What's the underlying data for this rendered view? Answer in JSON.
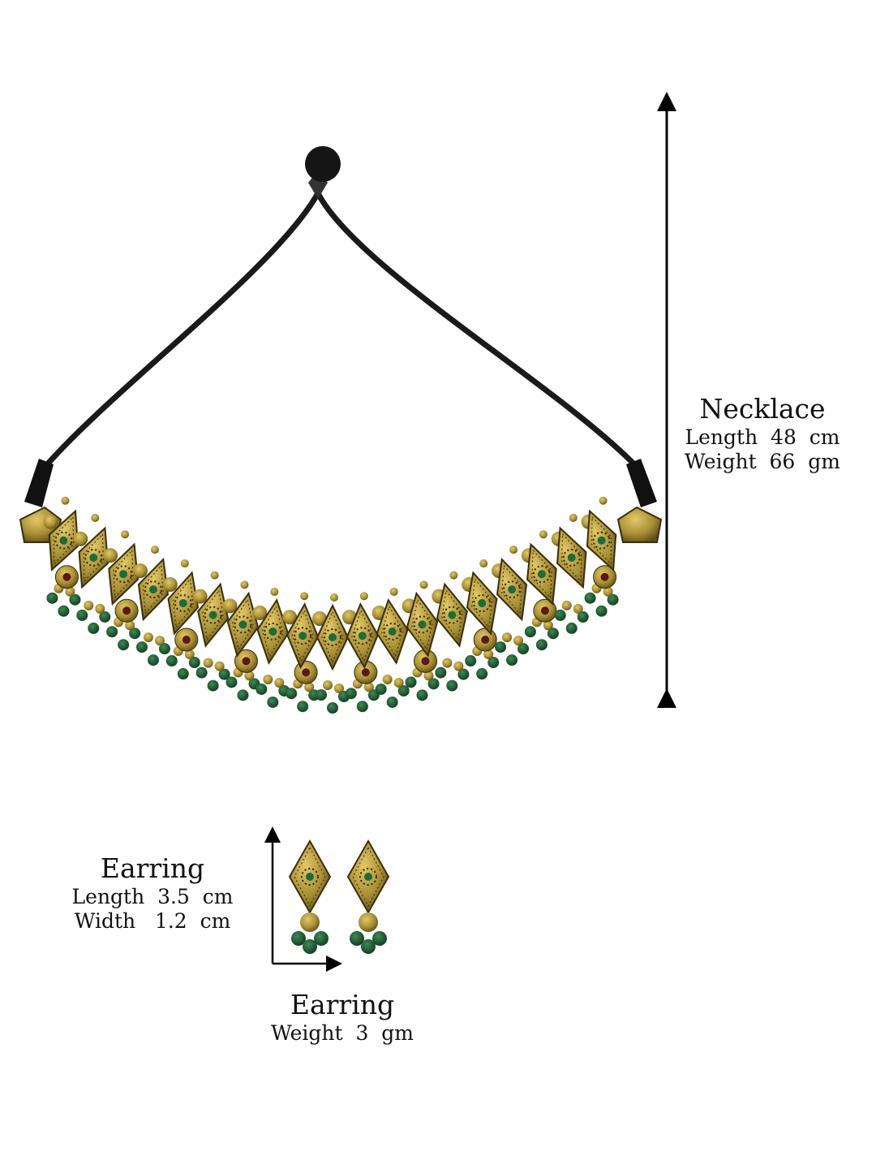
{
  "necklace": {
    "title": "Necklace",
    "length": "Length  48  cm",
    "weight": "Weight  66  gm"
  },
  "earring_dims": {
    "title": "Earring",
    "length": "Length  3.5  cm",
    "width": "Width   1.2  cm"
  },
  "earring_weight": {
    "title": "Earring",
    "weight": "Weight  3  gm"
  },
  "colors": {
    "gold": "#a88f35",
    "green": "#1f5a32",
    "cord": "#1a1a1a"
  }
}
